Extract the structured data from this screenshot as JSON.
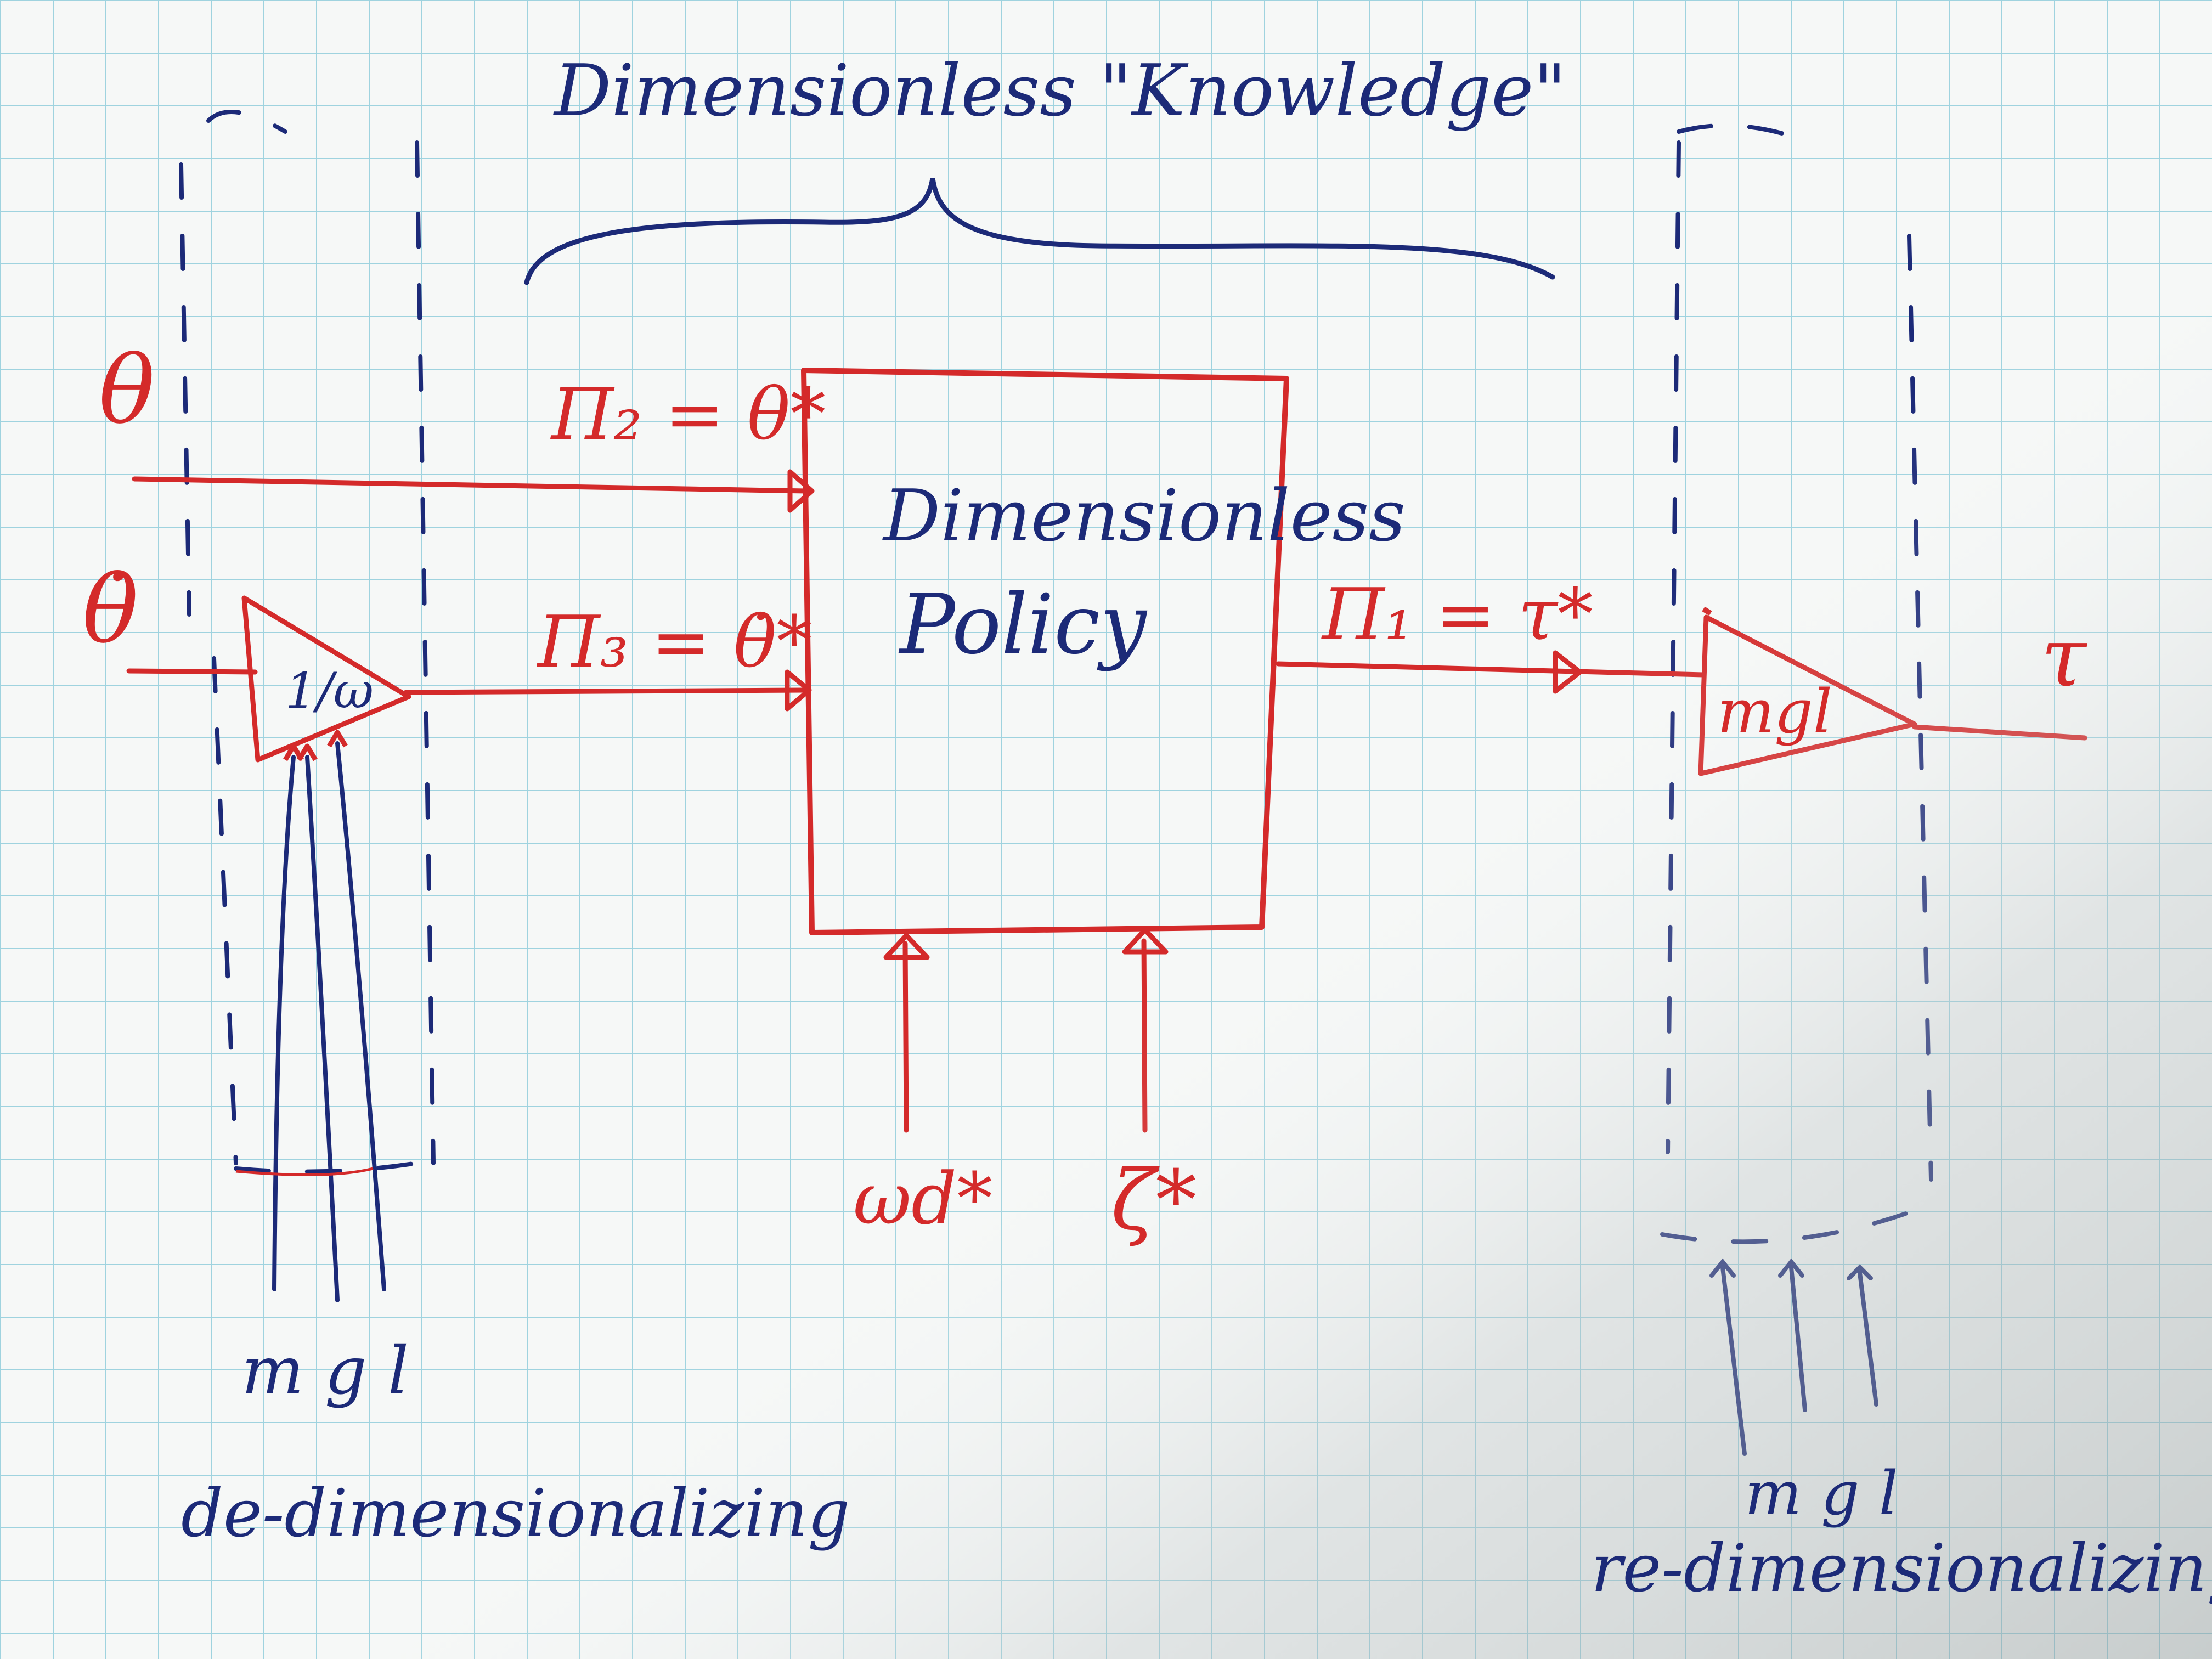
{
  "labels": {
    "top_title": "Dimensionless \"Knowledge\"",
    "input_theta": "θ",
    "input_theta_dot": "θ̇",
    "pi2": "Π₂ = θ*",
    "pi3": "Π₃ = θ̇*",
    "pi1": "Π₁ = τ*",
    "block_line1": "Dimensionless",
    "block_line2": "Policy",
    "input_wd": "ωd*",
    "input_zeta": "ζ*",
    "gain_left": "1/ω",
    "gain_right": "mgl",
    "output_tau": "τ",
    "params_left": "m g l",
    "params_right": "m g l",
    "caption_left": "de-dimensionalizing",
    "caption_right": "re-dimensionalizing"
  },
  "colors": {
    "paper": "#f6f8f7",
    "grid": "#9fd3df",
    "signal_red": "#d42a2a",
    "ink_blue": "#1c2a78"
  }
}
